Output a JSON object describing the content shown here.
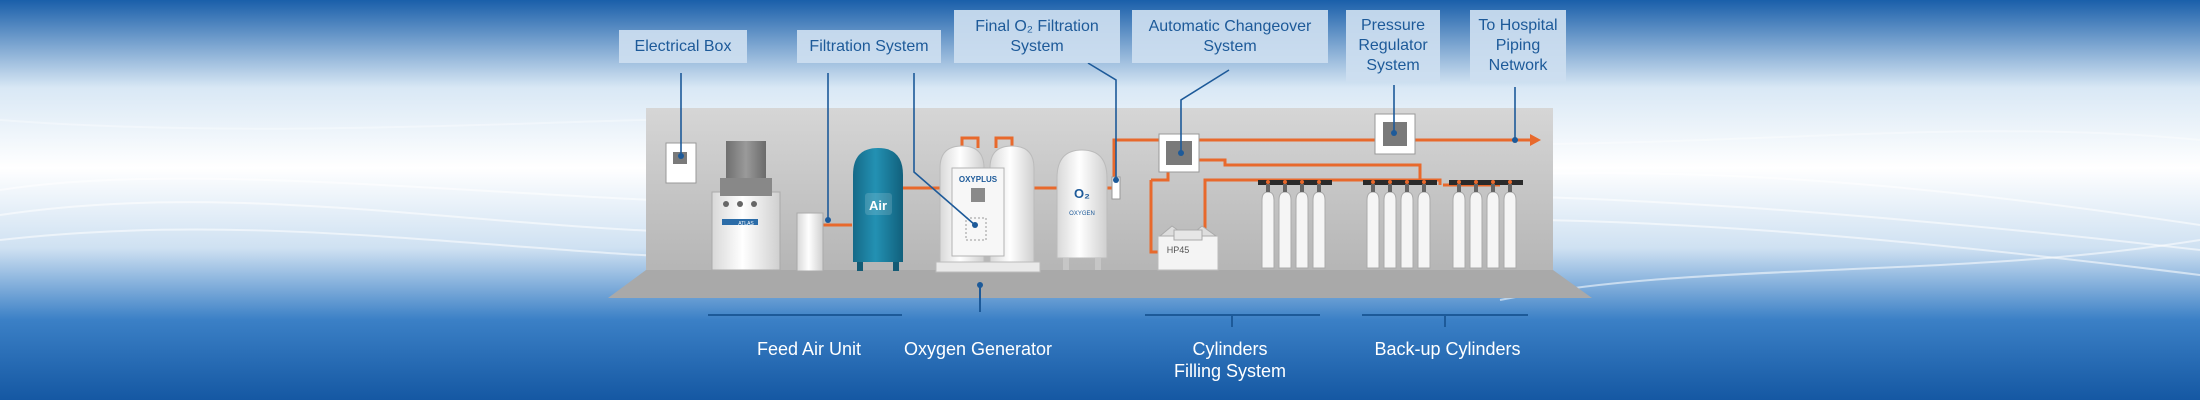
{
  "colors": {
    "sky_top": "#1d64b3",
    "sky_mid": "#ffffff",
    "sky_bottom": "#1a63b0",
    "platform": "#bfbfbf",
    "pipe": "#e8692c",
    "callout_bg": "#cddef0",
    "callout_text": "#1d5a99",
    "leader_line": "#1d5a99",
    "air_tank": "#1f7fa0"
  },
  "callouts": [
    {
      "id": "electrical-box",
      "lines": [
        "Electrical Box"
      ]
    },
    {
      "id": "filtration-system",
      "lines": [
        "Filtration System"
      ]
    },
    {
      "id": "final-o2-filtration",
      "lines": [
        "Final O₂ Filtration",
        "System"
      ]
    },
    {
      "id": "automatic-changeover",
      "lines": [
        "Automatic Changeover",
        "System"
      ]
    },
    {
      "id": "pressure-regulator",
      "lines": [
        "Pressure",
        "Regulator",
        "System"
      ]
    },
    {
      "id": "to-hospital",
      "lines": [
        "To Hospital",
        "Piping",
        "Network"
      ]
    }
  ],
  "groups": [
    {
      "id": "feed-air-unit",
      "lines": [
        "Feed Air Unit"
      ]
    },
    {
      "id": "oxygen-generator",
      "lines": [
        "Oxygen Generator"
      ]
    },
    {
      "id": "cylinders-filling",
      "lines": [
        "Cylinders",
        "Filling System"
      ]
    },
    {
      "id": "backup-cylinders",
      "lines": [
        "Back-up Cylinders"
      ]
    }
  ],
  "equipment_labels": {
    "air_tank": "Air",
    "generator_brand": "OXYPLUS",
    "o2_tank": "O₂",
    "o2_tank_sub": "OXYGEN",
    "booster": "HP45",
    "compressor_badge": "ATLAS"
  }
}
